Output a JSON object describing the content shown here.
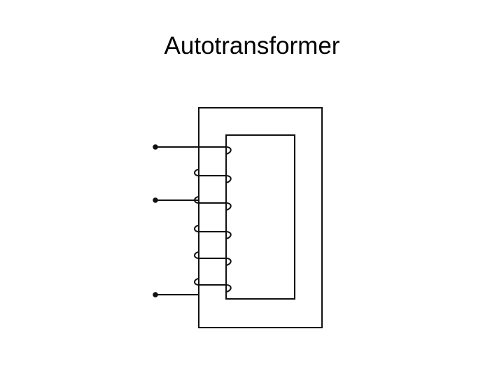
{
  "slide": {
    "title": "Autotransformer"
  },
  "diagram": {
    "line_color": "#000000",
    "terminals": 3,
    "turns": 6
  }
}
